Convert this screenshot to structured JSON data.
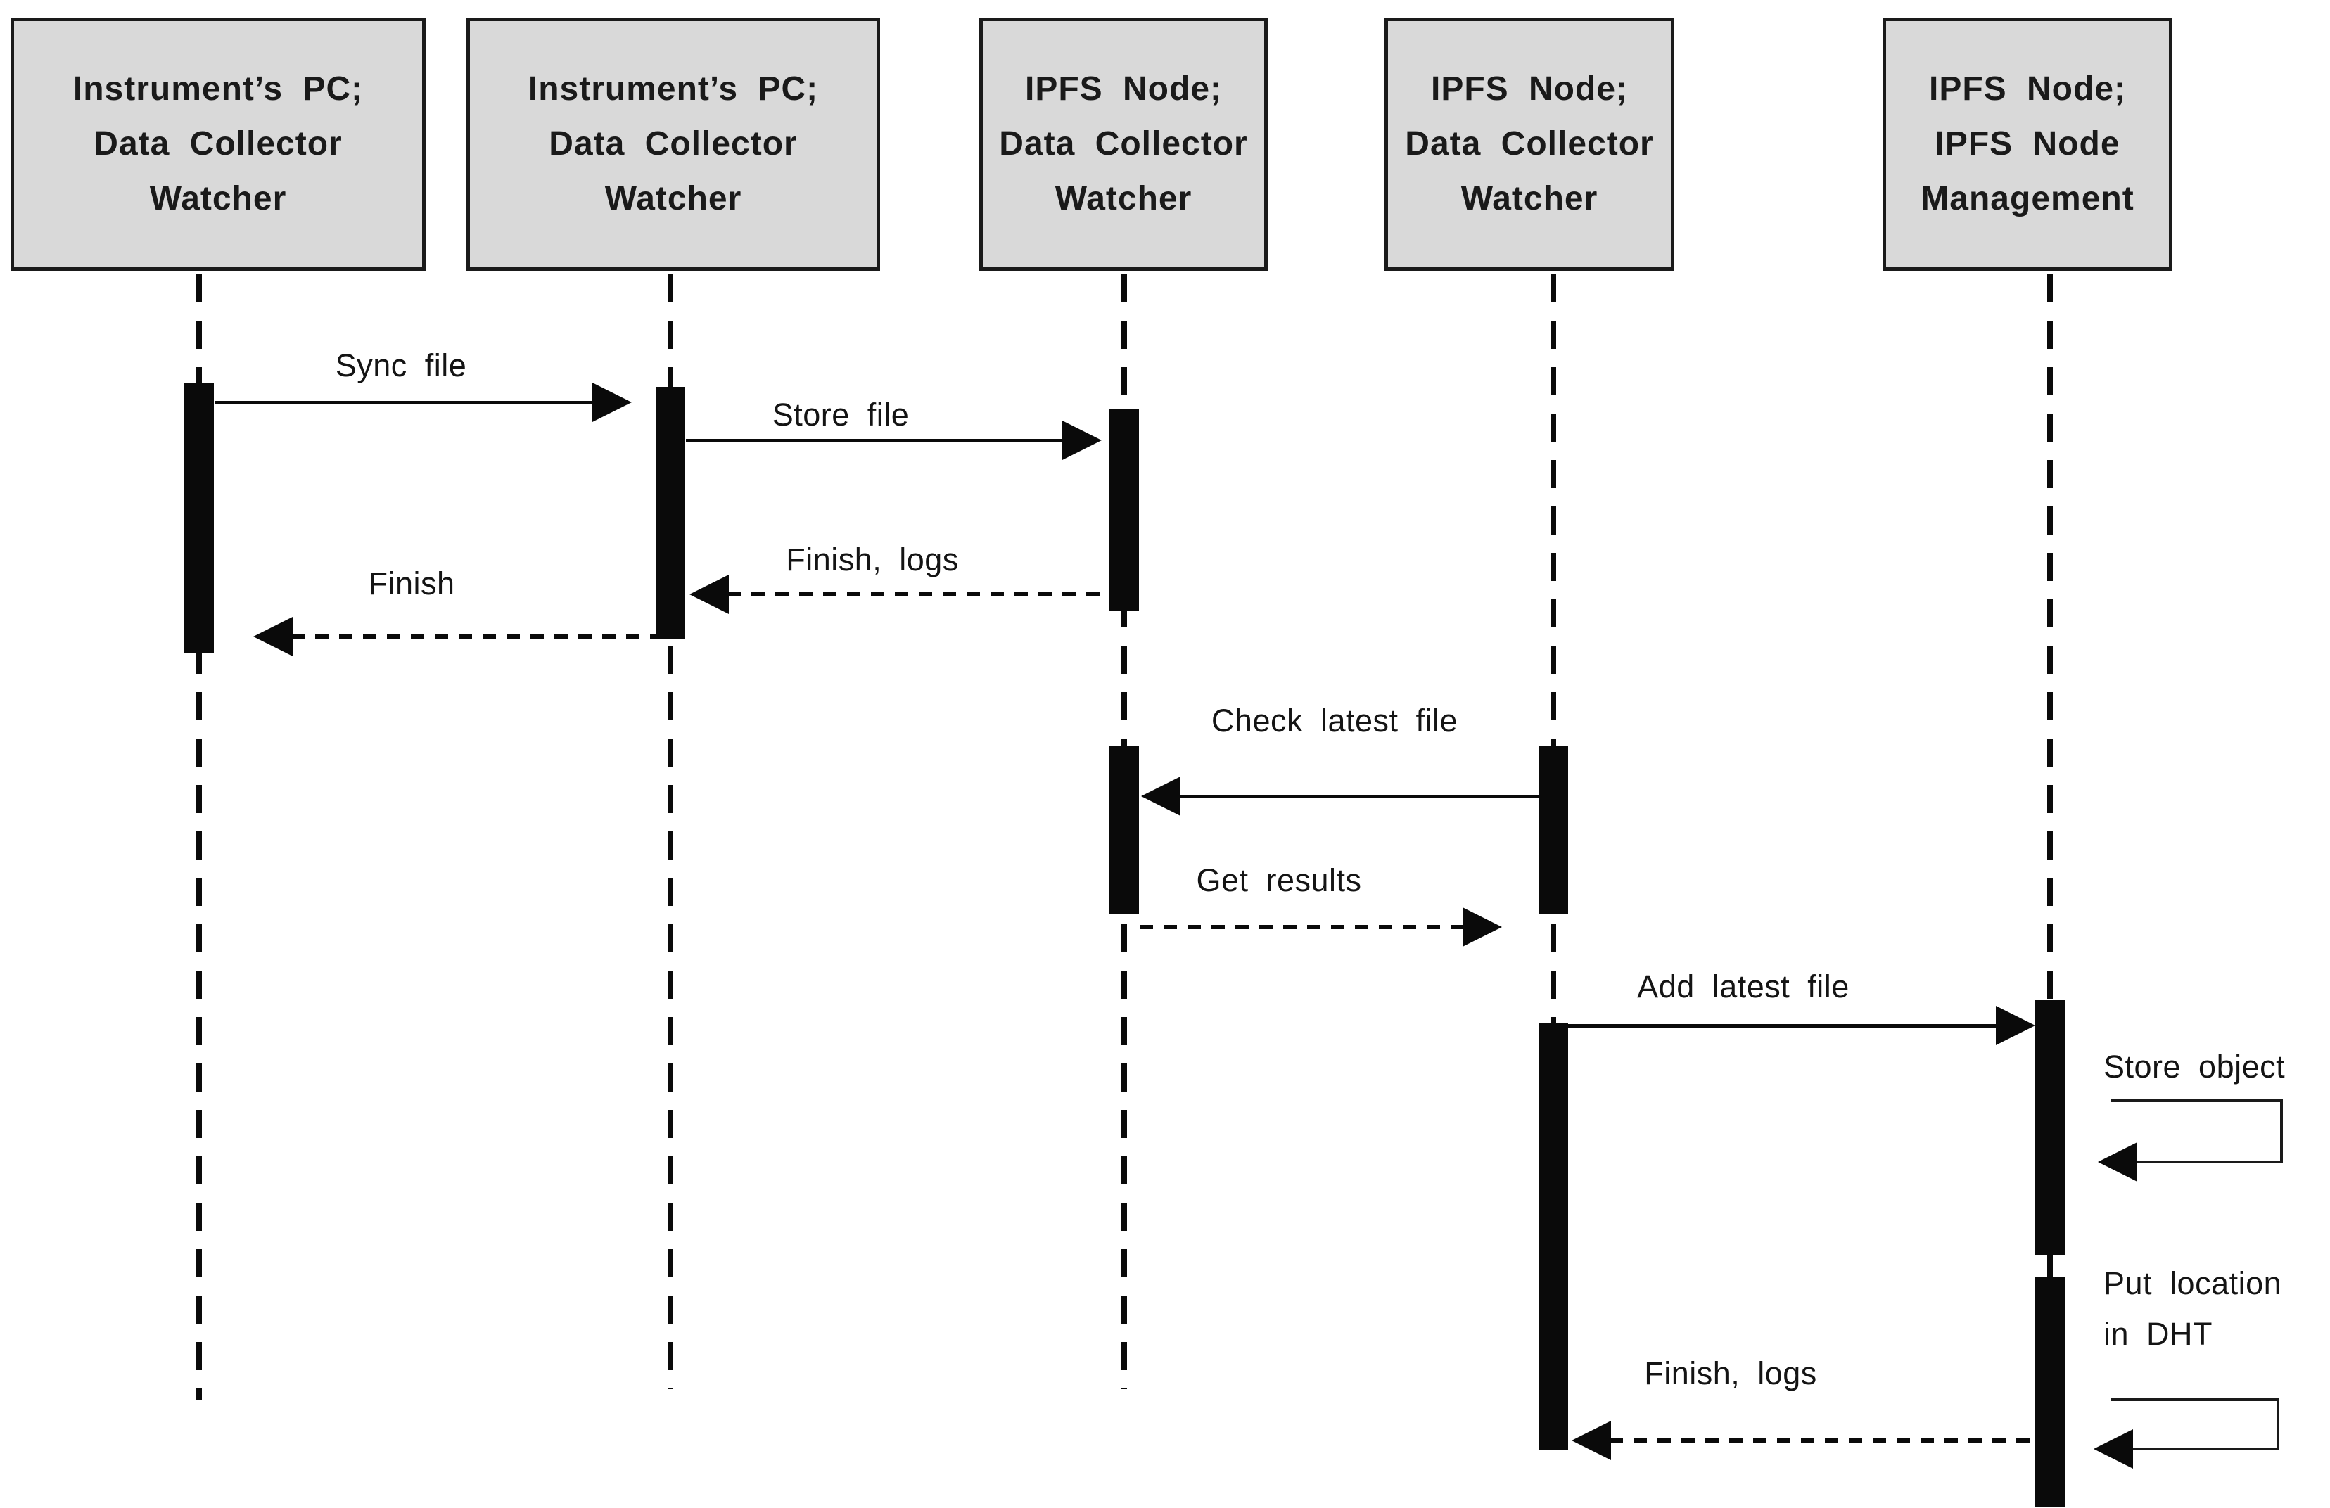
{
  "diagram": {
    "type": "uml-sequence-diagram",
    "colors": {
      "background": "#ffffff",
      "actor_fill": "#d9d9d9",
      "line": "#0a0a0a",
      "text": "#141414"
    },
    "actors": [
      {
        "id": "instruments-pc-watcher-1",
        "lines": [
          "Instrument’s PC;",
          "Data  Collector",
          "Watcher"
        ]
      },
      {
        "id": "instruments-pc-watcher-2",
        "lines": [
          "Instrument’s PC;",
          "Data  Collector",
          "Watcher"
        ]
      },
      {
        "id": "ipfs-node-watcher-1",
        "lines": [
          "IPFS  Node;",
          "Data  Collector",
          "Watcher"
        ]
      },
      {
        "id": "ipfs-node-watcher-2",
        "lines": [
          "IPFS  Node;",
          "Data  Collector",
          "Watcher"
        ]
      },
      {
        "id": "ipfs-node-management",
        "lines": [
          "IPFS  Node;",
          "IPFS  Node",
          "Management"
        ]
      }
    ],
    "messages": [
      {
        "label": "Sync file",
        "from": "actor-1",
        "to": "actor-2",
        "line": "solid",
        "direction": "right"
      },
      {
        "label": "Store file",
        "from": "actor-2",
        "to": "actor-3",
        "line": "solid",
        "direction": "right"
      },
      {
        "label": "Finish,  logs",
        "from": "actor-3",
        "to": "actor-2",
        "line": "dashed",
        "direction": "left"
      },
      {
        "label": "Finish",
        "from": "actor-2",
        "to": "actor-1",
        "line": "dashed",
        "direction": "left"
      },
      {
        "label": "Check latest file",
        "from": "actor-4",
        "to": "actor-3",
        "line": "solid",
        "direction": "left"
      },
      {
        "label": "Get results",
        "from": "actor-3",
        "to": "actor-4",
        "line": "dashed",
        "direction": "right"
      },
      {
        "label": "Add  latest  file",
        "from": "actor-4",
        "to": "actor-5",
        "line": "solid",
        "direction": "right"
      },
      {
        "label": "Store object",
        "from": "actor-5",
        "to": "actor-5",
        "line": "self",
        "direction": "self"
      },
      {
        "label_lines": [
          "Put location",
          "in DHT"
        ],
        "from": "actor-5",
        "to": "actor-5",
        "line": "self",
        "direction": "self"
      },
      {
        "label": "Finish,  logs",
        "from": "actor-5",
        "to": "actor-4",
        "line": "dashed",
        "direction": "left"
      }
    ]
  }
}
